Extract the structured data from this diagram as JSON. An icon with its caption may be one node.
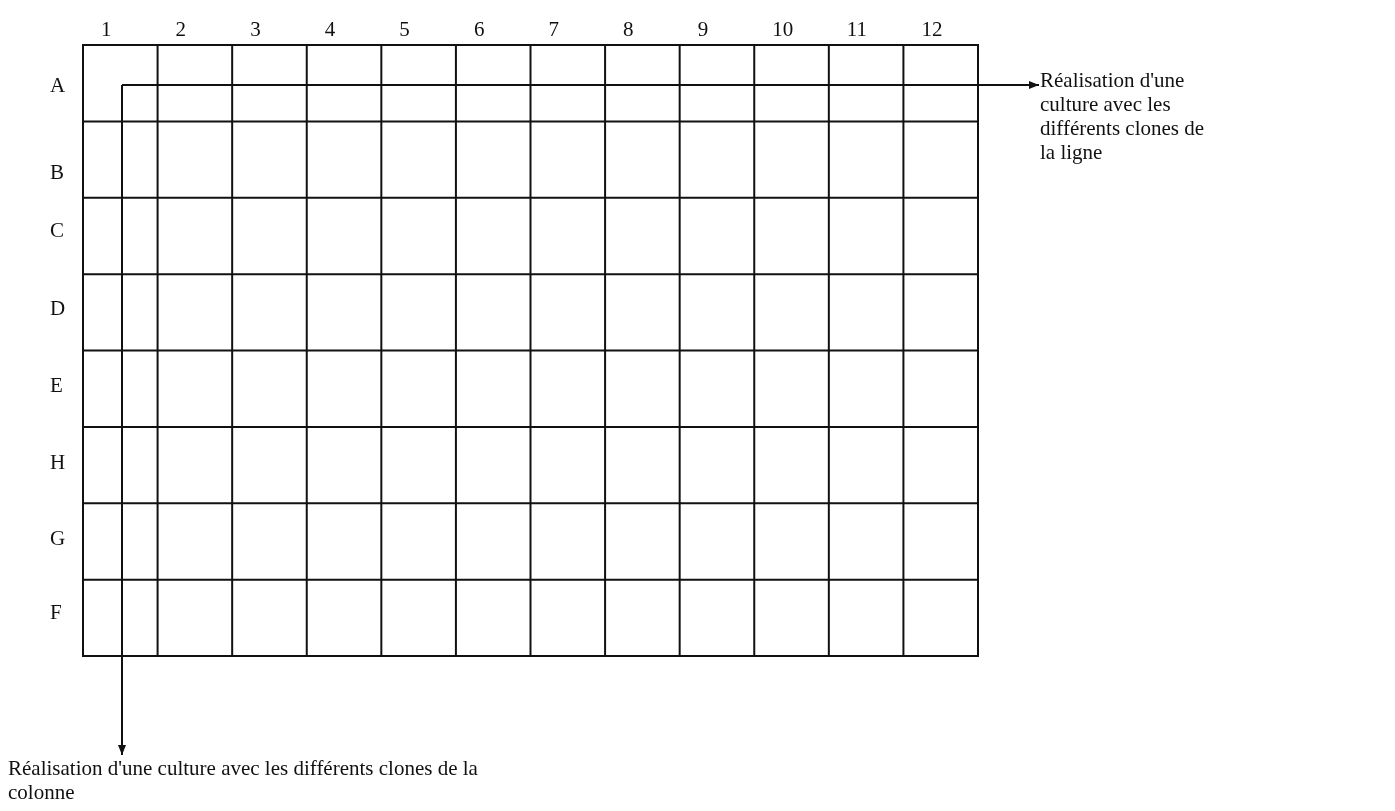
{
  "diagram": {
    "nodes": [
      {
        "text": [
          "Réalisation d'une culture avec les différents clones de la ligne"
        ]
      },
      {
        "text": [
          "Réalisation d'une culture avec les différents clones de la colonne"
        ]
      }
    ],
    "edges": [
      {
        "from": null,
        "to": 0,
        "arrow": "to"
      },
      {
        "from": null,
        "to": 1,
        "arrow": "to"
      }
    ],
    "labels": [
      "1",
      "2",
      "3",
      "4",
      "5",
      "6",
      "7",
      "8",
      "9",
      "10",
      "11",
      "12",
      "A",
      "B",
      "C",
      "D",
      "E",
      "H",
      "G",
      "F"
    ]
  }
}
